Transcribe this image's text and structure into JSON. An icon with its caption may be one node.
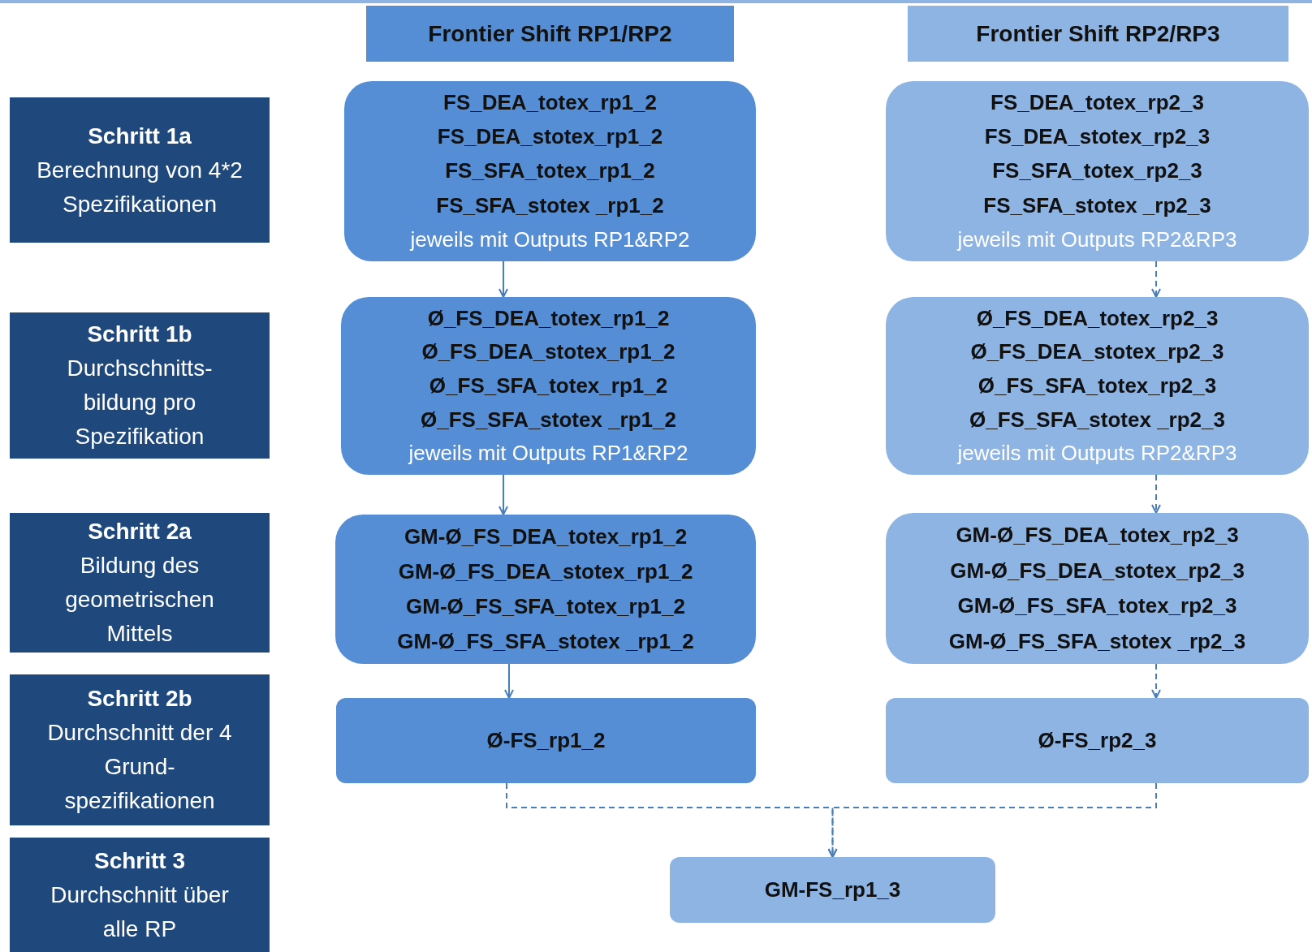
{
  "diagram": {
    "nodes": [
      {
        "text": [
          "Frontier Shift RP1/RP2"
        ]
      },
      {
        "text": [
          "Frontier Shift RP2/RP3"
        ]
      },
      {
        "text": [
          "Schritt 1a",
          "Berechnung von 4*2 Spezifikationen"
        ]
      },
      {
        "text": [
          "FS_DEA_totex_rp1_2",
          "FS_DEA_stotex_rp1_2",
          "FS_SFA_totex_rp1_2",
          "FS_SFA_stotex _rp1_2",
          "jeweils mit Outputs RP1&RP2"
        ]
      },
      {
        "text": [
          "FS_DEA_totex_rp2_3",
          "FS_DEA_stotex_rp2_3",
          "FS_SFA_totex_rp2_3",
          "FS_SFA_stotex _rp2_3",
          "jeweils mit Outputs RP2&RP3"
        ]
      },
      {
        "text": [
          "Schritt 1b",
          "Durchschnitts-bildung pro Spezifikation"
        ]
      },
      {
        "text": [
          "Ø_FS_DEA_totex_rp1_2",
          "Ø_FS_DEA_stotex_rp1_2",
          "Ø_FS_SFA_totex_rp1_2",
          "Ø_FS_SFA_stotex _rp1_2",
          "jeweils mit Outputs RP1&RP2"
        ]
      },
      {
        "text": [
          "Ø_FS_DEA_totex_rp2_3",
          "Ø_FS_DEA_stotex_rp2_3",
          "Ø_FS_SFA_totex_rp2_3",
          "Ø_FS_SFA_stotex _rp2_3",
          "jeweils mit Outputs RP2&RP3"
        ]
      },
      {
        "text": [
          "Schritt 2a",
          "Bildung des geometrischen Mittels"
        ]
      },
      {
        "text": [
          "GM-Ø_FS_DEA_totex_rp1_2",
          "GM-Ø_FS_DEA_stotex_rp1_2",
          "GM-Ø_FS_SFA_totex_rp1_2",
          "GM-Ø_FS_SFA_stotex _rp1_2"
        ]
      },
      {
        "text": [
          "GM-Ø_FS_DEA_totex_rp2_3",
          "GM-Ø_FS_DEA_stotex_rp2_3",
          "GM-Ø_FS_SFA_totex_rp2_3",
          "GM-Ø_FS_SFA_stotex _rp2_3"
        ]
      },
      {
        "text": [
          "Schritt 2b",
          "Durchschnitt der 4 Grund-spezifikationen"
        ]
      },
      {
        "text": [
          "Ø-FS_rp1_2"
        ]
      },
      {
        "text": [
          "Ø-FS_rp2_3"
        ]
      },
      {
        "text": [
          "Schritt 3",
          "Durchschnitt über alle RP"
        ]
      },
      {
        "text": [
          "GM-FS_rp1_3"
        ]
      }
    ],
    "edges": [
      {
        "from": 3,
        "to": 6,
        "arrow": "to"
      },
      {
        "from": 6,
        "to": 9,
        "arrow": "to"
      },
      {
        "from": 9,
        "to": 12,
        "arrow": "to"
      },
      {
        "from": 4,
        "to": 7,
        "arrow": "to",
        "style": "dashed"
      },
      {
        "from": 7,
        "to": 10,
        "arrow": "to",
        "style": "dashed"
      },
      {
        "from": 10,
        "to": 13,
        "arrow": "to",
        "style": "dashed"
      },
      {
        "from": 12,
        "to": 15,
        "arrow": "to",
        "style": "dashed"
      },
      {
        "from": 13,
        "to": 15,
        "arrow": "to",
        "style": "dashed"
      }
    ]
  }
}
